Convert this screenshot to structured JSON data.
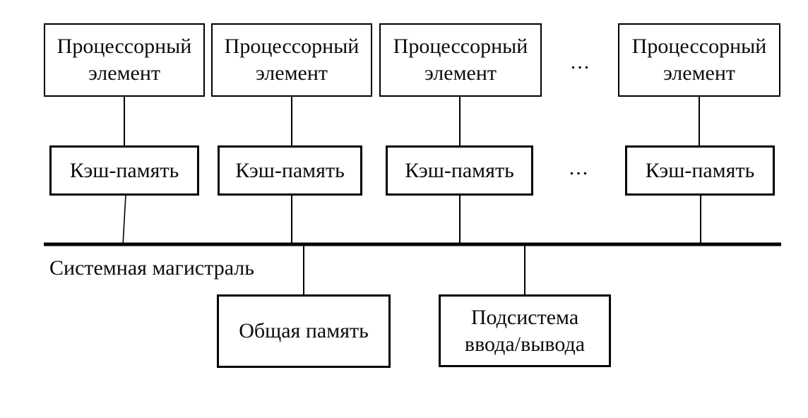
{
  "diagram": {
    "processor_elements": [
      {
        "label": "Процессорный элемент"
      },
      {
        "label": "Процессорный элемент"
      },
      {
        "label": "Процессорный элемент"
      },
      {
        "label": "Процессорный элемент"
      }
    ],
    "cache_elements": [
      {
        "label": "Кэш-память"
      },
      {
        "label": "Кэш-память"
      },
      {
        "label": "Кэш-память"
      },
      {
        "label": "Кэш-память"
      }
    ],
    "ellipsis_processors": "...",
    "ellipsis_caches": "...",
    "bus_label": "Системная магистраль",
    "shared_memory_label": "Общая память",
    "io_subsystem_label": "Подсистема ввода/вывода",
    "colors": {
      "line": "#000000",
      "text": "#0c0c0c",
      "background": "#ffffff"
    }
  }
}
